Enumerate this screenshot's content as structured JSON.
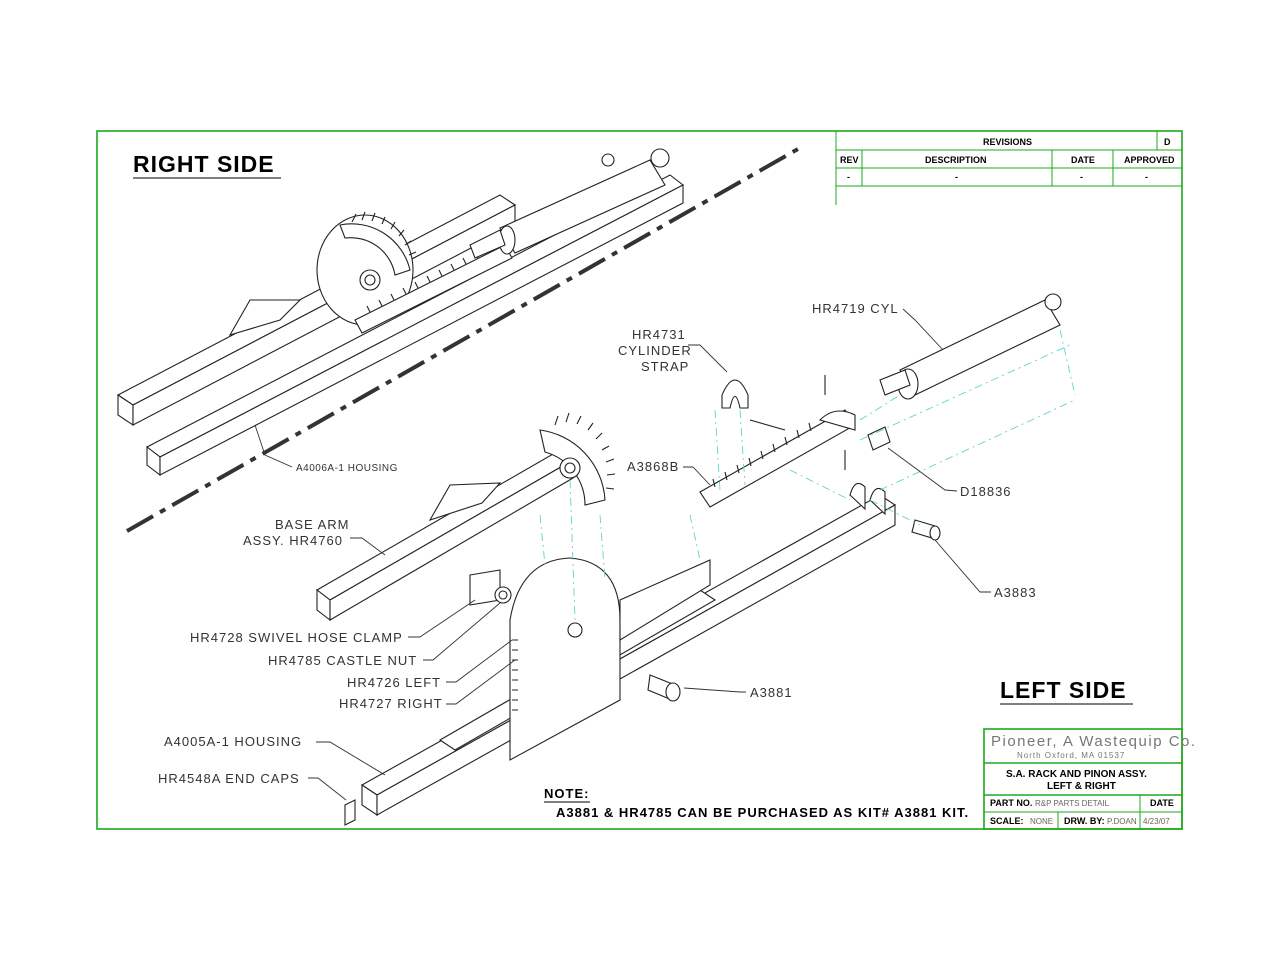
{
  "headings": {
    "right_side": "RIGHT SIDE",
    "left_side": "LEFT SIDE"
  },
  "callouts": {
    "a4006a": "A4006A-1 HOUSING",
    "cylinder": "HR4719 CYL",
    "strap_line1": "HR4731",
    "strap_line2": "CYLINDER",
    "strap_line3": "STRAP",
    "rack": "A3868B",
    "d18836": "D18836",
    "a3883": "A3883",
    "base_arm_line1": "BASE ARM",
    "base_arm_line2": "ASSY. HR4760",
    "swivel_clamp": "HR4728 SWIVEL HOSE CLAMP",
    "castle_nut": "HR4785 CASTLE NUT",
    "left_part": "HR4726 LEFT",
    "right_part": "HR4727 RIGHT",
    "a3881": "A3881",
    "a4005a": "A4005A-1 HOUSING",
    "end_caps": "HR4548A END CAPS"
  },
  "note": {
    "heading": "NOTE:",
    "text": "A3881 & HR4785 CAN BE PURCHASED AS KIT# A3881 KIT."
  },
  "revisions": {
    "title": "REVISIONS",
    "letter": "D",
    "columns": [
      "REV",
      "DESCRIPTION",
      "DATE",
      "APPROVED"
    ],
    "row": [
      "-",
      "-",
      "-",
      "-"
    ]
  },
  "title_block": {
    "company": "Pioneer, A Wastequip Co.",
    "location": "North Oxford, MA    01537",
    "title_line1": "S.A. RACK AND PINON ASSY.",
    "title_line2": "LEFT & RIGHT",
    "part_no_label": "PART NO.",
    "part_no_value": "R&P PARTS DETAIL",
    "date_label": "DATE",
    "scale_label": "SCALE:",
    "scale_value": "NONE",
    "drawn_by_label": "DRW. BY:",
    "drawn_by_value": "P.DOAN",
    "date_value": "4/23/07"
  },
  "colors": {
    "border": "#1ea81e",
    "projection_lines": "#5fd3d3",
    "ink": "#222222"
  }
}
